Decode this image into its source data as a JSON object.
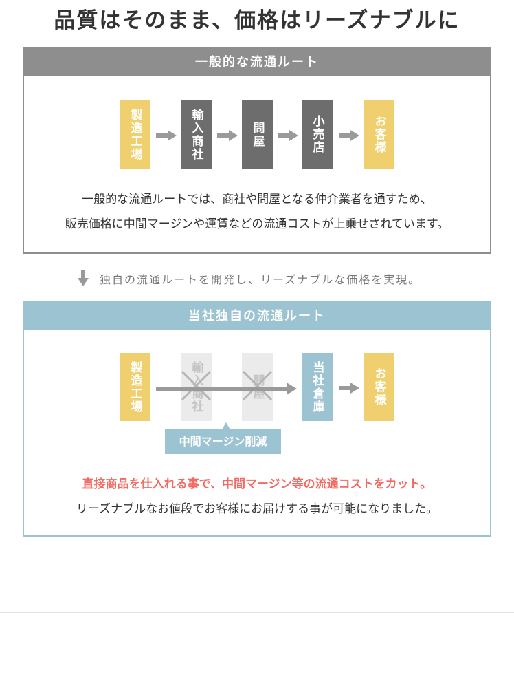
{
  "title": "品質はそのまま、価格はリーズナブルに",
  "general": {
    "header": "一般的な流通ルート",
    "nodes": [
      "製造工場",
      "輸入商社",
      "問屋",
      "小売店",
      "お客様"
    ],
    "desc1": "一般的な流通ルートでは、商社や問屋となる仲介業者を通すため、",
    "desc2": "販売価格に中間マージンや運賃などの流通コストが上乗せされています。"
  },
  "transition": "独自の流通ルートを開発し、リーズナブルな価格を実現。",
  "own": {
    "header": "当社独自の流通ルート",
    "nodes": [
      "製造工場",
      "輸入商社",
      "問屋",
      "当社倉庫",
      "お客様"
    ],
    "badge": "中間マージン削減",
    "highlight": "直接商品を仕入れる事で、中間マージン等の流通コストをカット。",
    "desc": "リーズナブルなお値段でお客様にお届けする事が可能になりました。"
  },
  "colors": {
    "gray": "#8e8e8e",
    "yellow": "#f0cf6e",
    "dark": "#6d6d6d",
    "blue": "#9cc3d1",
    "red": "#f26a62"
  }
}
